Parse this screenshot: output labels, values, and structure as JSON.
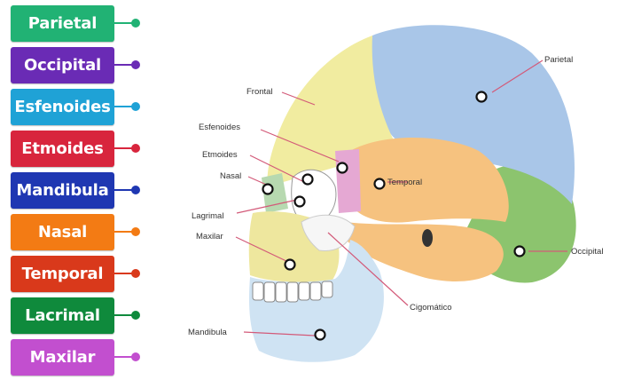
{
  "tags": [
    {
      "label": "Parietal",
      "color": "#21b274"
    },
    {
      "label": "Occipital",
      "color": "#6a2bb5"
    },
    {
      "label": "Esfenoides",
      "color": "#1fa2d6"
    },
    {
      "label": "Etmoides",
      "color": "#d8253d"
    },
    {
      "label": "Mandibula",
      "color": "#1f37b2"
    },
    {
      "label": "Nasal",
      "color": "#f37b14"
    },
    {
      "label": "Temporal",
      "color": "#d9391b"
    },
    {
      "label": "Lacrimal",
      "color": "#0f8a3c"
    },
    {
      "label": "Maxilar",
      "color": "#c24fcf"
    }
  ],
  "diagram": {
    "labels": {
      "frontal": "Frontal",
      "parietal": "Parietal",
      "esfenoides": "Esfenoides",
      "etmoides": "Etmoides",
      "nasal": "Nasal",
      "lagrimal": "Lagrimal",
      "maxilar": "Maxilar",
      "temporal": "Temporal",
      "occipital": "Occipital",
      "cigomatico": "Cigomático",
      "mandibula": "Mandibula"
    },
    "colors": {
      "parietal": "#a9c6e8",
      "frontal": "#f1eca0",
      "temporal": "#f6c27f",
      "occipital": "#8cc46e",
      "esfenoides": "#e5a8d3",
      "mandibula": "#cfe3f3",
      "maxilar": "#eee79e",
      "leader": "#d35a79"
    }
  }
}
